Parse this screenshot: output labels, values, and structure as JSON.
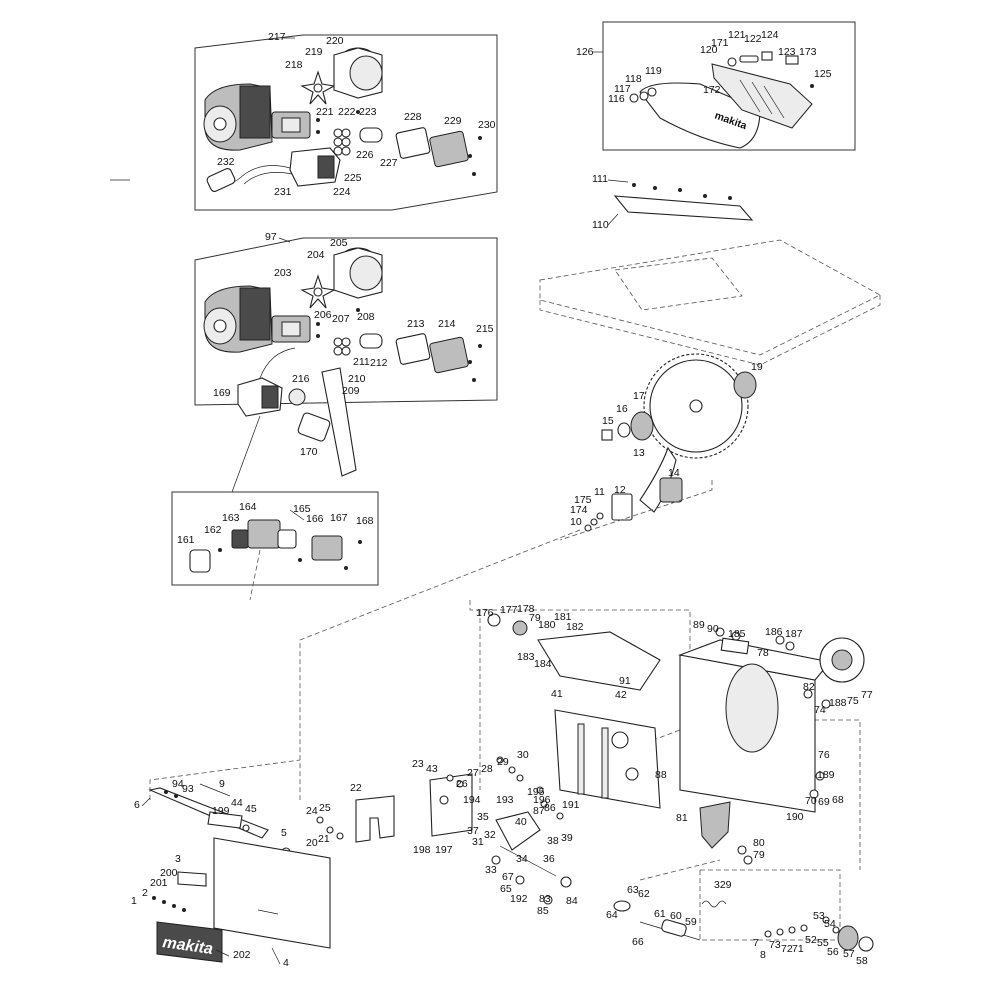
{
  "labels": {
    "l1": "1",
    "l2": "2",
    "l3": "3",
    "l4": "4",
    "l5": "5",
    "l6": "6",
    "l7": "7",
    "l8": "8",
    "l9": "9",
    "l10": "10",
    "l11": "11",
    "l12": "12",
    "l13": "13",
    "l14": "14",
    "l15": "15",
    "l16": "16",
    "l17": "17",
    "l19": "19",
    "l20": "20",
    "l21": "21",
    "l22": "22",
    "l23": "23",
    "l24": "24",
    "l25": "25",
    "l26": "26",
    "l27": "27",
    "l28": "28",
    "l29": "29",
    "l30": "30",
    "l31": "31",
    "l32": "32",
    "l33": "33",
    "l34": "34",
    "l35": "35",
    "l36": "36",
    "l37": "37",
    "l38": "38",
    "l39": "39",
    "l40": "40",
    "l41": "41",
    "l42": "42",
    "l43": "43",
    "l44": "44",
    "l45": "45",
    "l52": "52",
    "l53": "53",
    "l54": "54",
    "l55": "55",
    "l56": "56",
    "l57": "57",
    "l58": "58",
    "l59": "59",
    "l60": "60",
    "l61": "61",
    "l62": "62",
    "l63": "63",
    "l64": "64",
    "l65": "65",
    "l66": "66",
    "l67": "67",
    "l68": "68",
    "l69": "69",
    "l70": "70",
    "l71": "71",
    "l72": "72",
    "l73": "73",
    "l74": "74",
    "l75": "75",
    "l76": "76",
    "l77": "77",
    "l78": "78",
    "l79": "79",
    "l80": "80",
    "l81": "81",
    "l82": "82",
    "l83": "83",
    "l84": "84",
    "l85": "85",
    "l86": "86",
    "l87": "87",
    "l88": "88",
    "l89": "89",
    "l90": "90",
    "l91": "91",
    "l93": "93",
    "l94": "94",
    "l97": "97",
    "l110": "110",
    "l111": "111",
    "l116": "116",
    "l117": "117",
    "l118": "118",
    "l119": "119",
    "l120": "120",
    "l121": "121",
    "l122": "122",
    "l123": "123",
    "l124": "124",
    "l125": "125",
    "l126": "126",
    "l161": "161",
    "l162": "162",
    "l163": "163",
    "l164": "164",
    "l165": "165",
    "l166": "166",
    "l167": "167",
    "l168": "168",
    "l169": "169",
    "l170": "170",
    "l171": "171",
    "l172": "172",
    "l173": "173",
    "l174": "174",
    "l175": "175",
    "l176": "176",
    "l177": "177",
    "l178": "178",
    "l179": "79",
    "l180": "180",
    "l181": "181",
    "l182": "182",
    "l183": "183",
    "l184": "184",
    "l185": "185",
    "l186": "186",
    "l187": "187",
    "l188": "188",
    "l189": "189",
    "l190": "190",
    "l191": "191",
    "l192": "192",
    "l193": "193",
    "l194": "194",
    "l195": "195",
    "l196": "196",
    "l197": "197",
    "l198": "198",
    "l199": "199",
    "l200": "200",
    "l201": "201",
    "l202": "202",
    "l203": "203",
    "l204": "204",
    "l205": "205",
    "l206": "206",
    "l207": "207",
    "l208": "208",
    "l209": "209",
    "l210": "210",
    "l211": "211",
    "l212": "212",
    "l213": "213",
    "l214": "214",
    "l215": "215",
    "l216": "216",
    "l217": "217",
    "l218": "218",
    "l219": "219",
    "l220": "220",
    "l221": "221",
    "l222": "222",
    "l223": "223",
    "l224": "224",
    "l225": "225",
    "l226": "226",
    "l227": "227",
    "l228": "228",
    "l229": "229",
    "l230": "230",
    "l231": "231",
    "l232": "232",
    "l329": "329"
  },
  "brand": {
    "front_plate": "makita",
    "blade_guard": "makita"
  },
  "colors": {
    "line": "#222222",
    "dash": "#555555",
    "shade_dark": "#4a4a4a",
    "shade_mid": "#bdbdbd",
    "background": "#ffffff"
  }
}
